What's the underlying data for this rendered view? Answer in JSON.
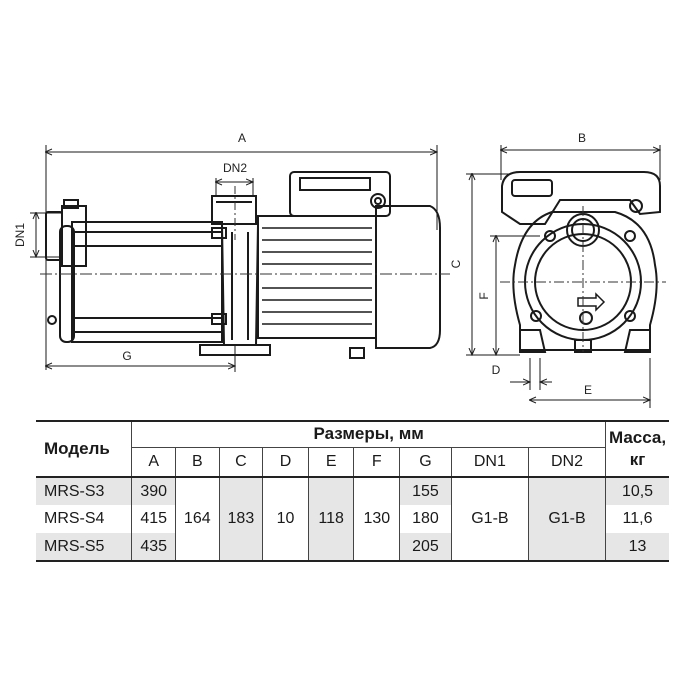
{
  "drawing": {
    "side_view_labels": {
      "A": "A",
      "DN2": "DN2",
      "DN1": "DN1",
      "G": "G"
    },
    "front_view_labels": {
      "B": "B",
      "C": "C",
      "F": "F",
      "D": "D",
      "E": "E"
    }
  },
  "table": {
    "header_model": "Модель",
    "header_dimensions": "Размеры, мм",
    "header_mass": "Масса, кг",
    "columns": [
      "A",
      "B",
      "C",
      "D",
      "E",
      "F",
      "G",
      "DN1",
      "DN2"
    ],
    "rows": [
      {
        "model": "MRS-S3",
        "A": "390",
        "G": "155",
        "mass": "10,5"
      },
      {
        "model": "MRS-S4",
        "A": "415",
        "G": "180",
        "mass": "11,6"
      },
      {
        "model": "MRS-S5",
        "A": "435",
        "G": "205",
        "mass": "13"
      }
    ],
    "shared": {
      "B": "164",
      "C": "183",
      "D": "10",
      "E": "118",
      "F": "130",
      "DN1": "G1-B",
      "DN2": "G1-B"
    }
  }
}
